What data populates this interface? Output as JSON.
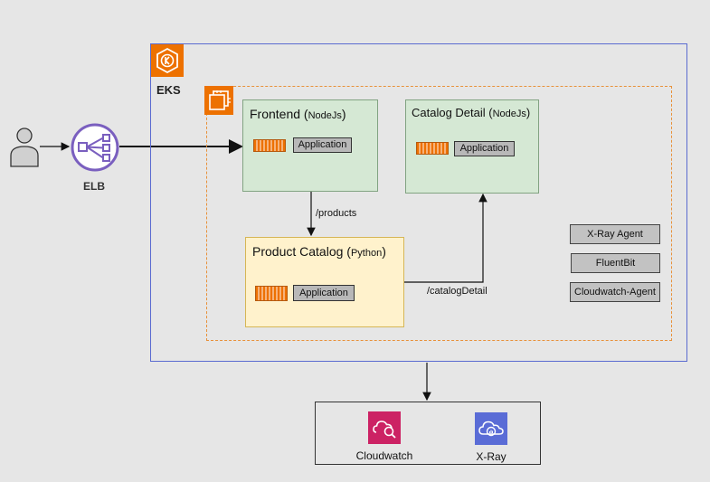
{
  "eks": {
    "label": "EKS"
  },
  "elb": {
    "label": "ELB"
  },
  "icons": {
    "user": "user-icon",
    "elb": "load-balancer-icon",
    "eks": "kubernetes-icon",
    "ec2": "ec2-instance-icon",
    "container": "container-icon",
    "cloudwatch": "cloudwatch-icon",
    "xray": "xray-icon"
  },
  "services": {
    "frontend": {
      "title": "Frontend",
      "runtime": "NodeJs",
      "app": "Application"
    },
    "catalog_detail": {
      "title": "Catalog Detail",
      "runtime": "NodeJs",
      "app": "Application"
    },
    "product_catalog": {
      "title": "Product Catalog",
      "runtime": "Python",
      "app": "Application"
    }
  },
  "edges": {
    "products": "/products",
    "catalog_detail": "/catalogDetail"
  },
  "agents": [
    "X-Ray Agent",
    "FluentBit",
    "Cloudwatch-Agent"
  ],
  "aws_services": {
    "cloudwatch": "Cloudwatch",
    "xray": "X-Ray"
  },
  "colors": {
    "eks_border": "#5b6bd0",
    "aws_orange": "#ed7100",
    "green_fill": "#d5e8d4",
    "yellow_fill": "#fff2cc",
    "elb_purple": "#7a5fbf",
    "cloudwatch_pink": "#cc2264",
    "xray_blue": "#5a6cd6"
  }
}
